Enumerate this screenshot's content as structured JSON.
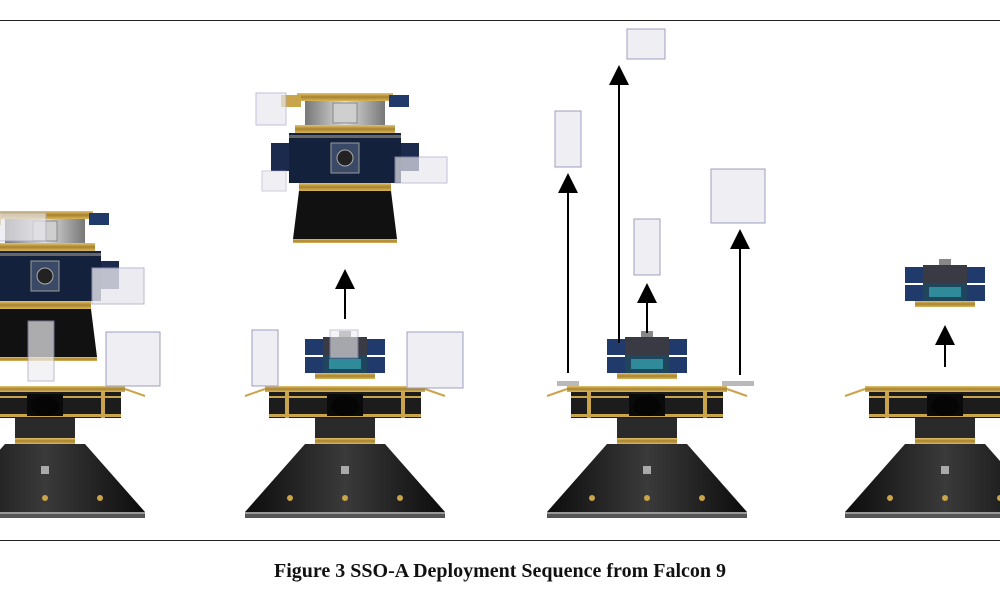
{
  "figure": {
    "caption": "Figure 3 SSO-A Deployment Sequence from Falcon 9",
    "panels": [
      {
        "name": "stage-1-integrated-stack"
      },
      {
        "name": "stage-2-upper-free-flyer-separation"
      },
      {
        "name": "stage-3-microsat-deployment"
      },
      {
        "name": "stage-4-lower-free-flyer-separation"
      }
    ]
  },
  "colors": {
    "gold": "#c9a44a",
    "dark": "#1c1c1c",
    "panel_blue": "#1f3a6b",
    "ghost": "#e7e7ee",
    "arrow": "#000000"
  }
}
